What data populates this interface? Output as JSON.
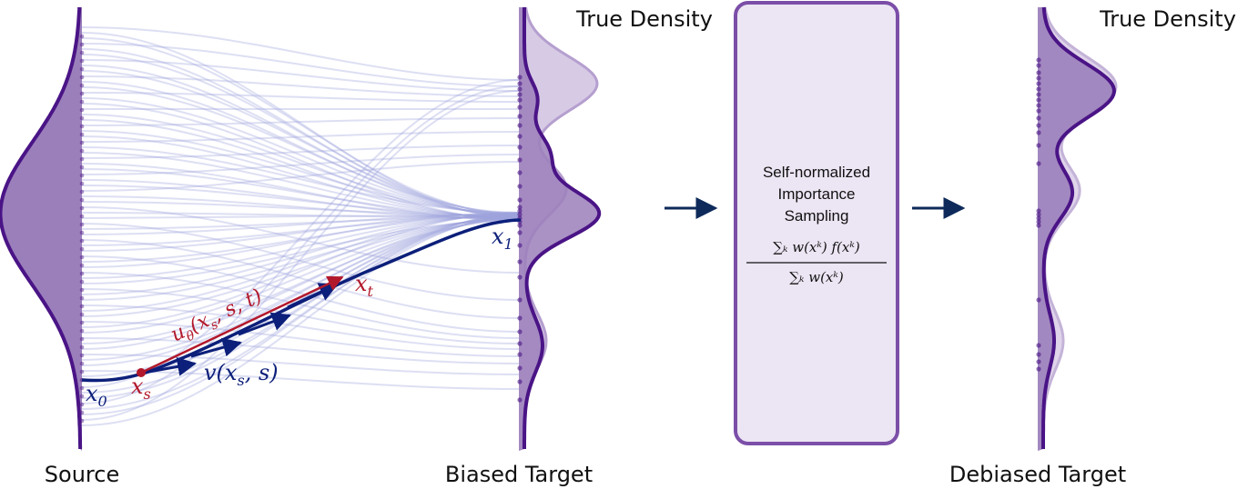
{
  "labels": {
    "source": "Source",
    "biased_target": "Biased Target",
    "debiased_target": "Debiased Target",
    "true_density_1": "True Density",
    "true_density_2": "True Density"
  },
  "math": {
    "x0": "x",
    "x0_sub": "0",
    "x1": "x",
    "x1_sub": "1",
    "xs": "x",
    "xs_sub": "s",
    "xt": "x",
    "xt_sub": "t",
    "u_label": "u",
    "u_sub": "θ",
    "u_args_open": "(x",
    "u_args_sub": "s",
    "u_args_rest": ", s, t)",
    "v_label": "v(x",
    "v_sub": "s",
    "v_rest": ", s)"
  },
  "box": {
    "line1": "Self-normalized",
    "line2": "Importance",
    "line3": "Sampling",
    "numerator": "∑ₖ w(xᵏ) f(xᵏ)",
    "denominator": "∑ₖ w(xᵏ)"
  },
  "colors": {
    "dark_purple": "#4a1486",
    "fill_purple": "#9b7fbb",
    "light_purple": "#c9b8dc",
    "box_fill": "#ece5f3",
    "box_stroke": "#7b4ea8",
    "flow_lines": "#9fa4dc",
    "trajectory": "#0c1f7a",
    "red": "#b2182b",
    "arrow_dark": "#0d2a5a"
  }
}
